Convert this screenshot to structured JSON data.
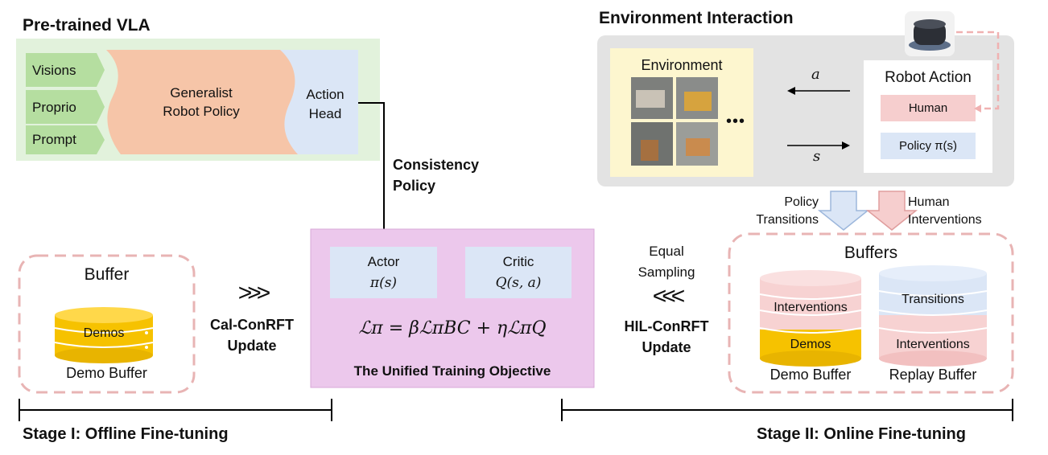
{
  "vla": {
    "title": "Pre-trained VLA",
    "inputs": [
      "Visions",
      "Proprio",
      "Prompt"
    ],
    "policy": [
      "Generalist",
      "Robot Policy"
    ],
    "head": [
      "Action",
      "Head"
    ]
  },
  "consistency": [
    "Consistency",
    "Policy"
  ],
  "objective": {
    "actor_label": "Actor",
    "actor_math": "π(s)",
    "critic_label": "Critic",
    "critic_math": "Q(s, a)",
    "formula": "ℒπ = βℒπBC + ηℒπQ",
    "caption": "The Unified Training Objective"
  },
  "offline_buffer": {
    "title": "Buffer",
    "demos": "Demos",
    "caption": "Demo Buffer"
  },
  "cal_update": {
    "arrows": ">>>",
    "line1": "Cal-ConRFT",
    "line2": "Update"
  },
  "hil_update": {
    "sampling1": "Equal",
    "sampling2": "Sampling",
    "arrows": "<<<",
    "line1": "HIL-ConRFT",
    "line2": "Update"
  },
  "environment": {
    "title": "Environment Interaction",
    "env_label": "Environment",
    "dots": "•••",
    "action_symbol": "a",
    "state_symbol": "s",
    "robot_action_title": "Robot Action",
    "human": "Human",
    "policy": "Policy π(s)"
  },
  "flows": {
    "policy_transitions": [
      "Policy",
      "Transitions"
    ],
    "human_interventions": [
      "Human",
      "Interventions"
    ]
  },
  "online_buffers": {
    "title": "Buffers",
    "demo_buffer": {
      "top": "Interventions",
      "bottom": "Demos",
      "caption": "Demo Buffer"
    },
    "replay_buffer": {
      "top": "Transitions",
      "bottom": "Interventions",
      "caption": "Replay Buffer"
    }
  },
  "stages": {
    "stage1": "Stage I: Offline Fine-tuning",
    "stage2": "Stage II: Online Fine-tuning"
  },
  "colors": {
    "green_panel": "#e2f2dc",
    "green_arrow": "#b5dea0",
    "peach": "#f6c5a8",
    "blue_light": "#dbe6f6",
    "pink_panel": "#ecc8ec",
    "yellow_env": "#fdf6cf",
    "grey_panel": "#e3e3e3",
    "human_pink": "#f6cece",
    "dash": "#e8b4b4",
    "gold": "#f6c200"
  }
}
